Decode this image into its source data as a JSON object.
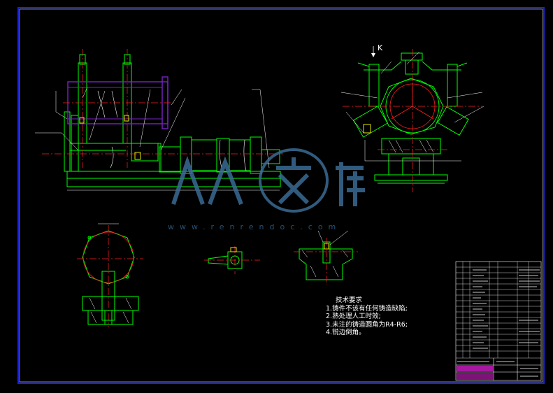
{
  "drawing": {
    "view_label": "K",
    "watermark_url": "www.renrendoc.com",
    "notes": {
      "heading": "技术要求",
      "items": [
        "1.铸件不该有任何铸造缺陷;",
        "2.熟处理人工时效;",
        "3.未注的铸造圆角为R4-R6;",
        "4.锐边倒角。"
      ]
    }
  },
  "colors": {
    "background": "#000000",
    "border": "#1d22d8",
    "outline": "#00ff00",
    "center_line": "#ff2020",
    "dimension": "#ffffff",
    "hidden": "#e6e600",
    "cylinder": "#7a22c8",
    "watermark": "#3a6b94"
  }
}
